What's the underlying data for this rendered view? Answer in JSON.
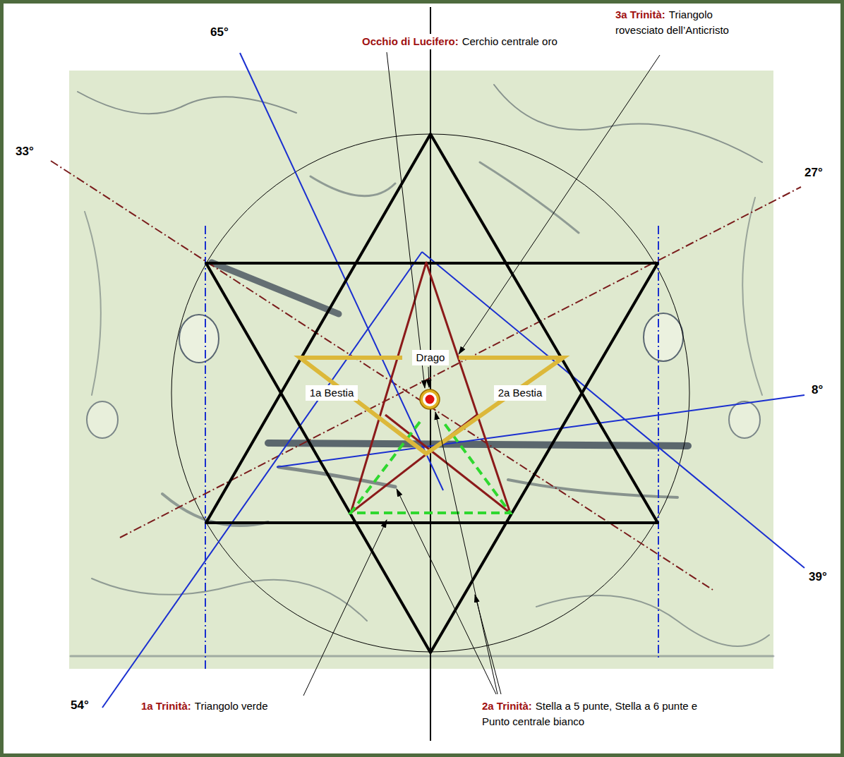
{
  "diagram": {
    "nodes": [
      {
        "text": [
          "Drago"
        ]
      },
      {
        "text": [
          "1a Bestia"
        ]
      },
      {
        "text": [
          "2a Bestia"
        ]
      }
    ],
    "labels": [
      "65°",
      "Occhio di Lucifero:",
      "Cerchio centrale oro",
      "3a Trinità:",
      "Triangolo rovesciato dell’Anticristo",
      "33°",
      "27°",
      "8°",
      "39°",
      "54°",
      "1a Trinità:",
      "Triangolo verde",
      "2a Trinità:",
      "Stella a 5 punte, Stella a 6 punte e Punto centrale bianco"
    ]
  }
}
